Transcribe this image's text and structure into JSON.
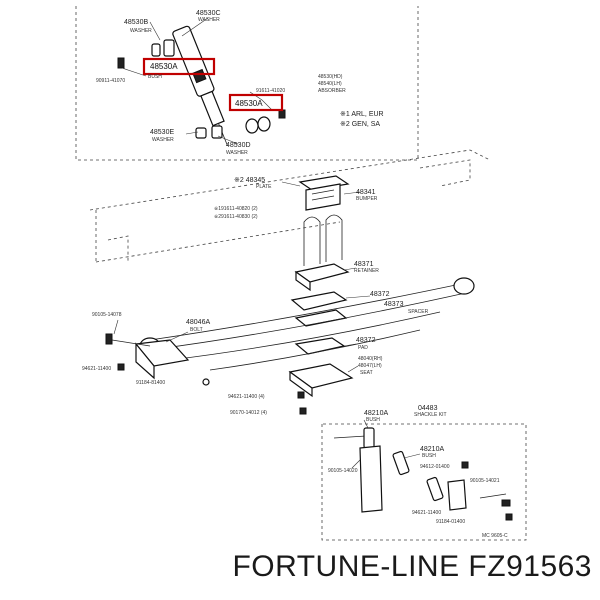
{
  "labels": {
    "p48530b": "48530B",
    "washer_top": "WASHER",
    "p48530c": "48530C",
    "washer_c": "WASHER",
    "p48530a_1": "48530A",
    "bush_1": "BUSH",
    "p90911": "90911-41070",
    "p91611": "91611-41020",
    "p48530_hd": "48530(HD)",
    "p48540": "48540(LH)",
    "absorber": "ABSORBER",
    "p48530a_2": "48530A",
    "note_1": "※1 ARL, EUR",
    "note_2": "※2 GEN, SA",
    "p48530e": "48530E",
    "washer_e": "WASHER",
    "p48530d": "48530D",
    "washer_d": "WASHER",
    "p48345": "※2 48345",
    "plate": "PLATE",
    "p48341": "48341",
    "bumper": "BUMPER",
    "p91611_2": "※191611-40820 (2)",
    "p91611_3": "※291611-40830 (2)",
    "p48371": "48371",
    "retainer": "RETAINER",
    "p48372": "48372",
    "p48373": "48373",
    "spacer": "SPACER",
    "p90105": "90105-14078",
    "p48046a": "48046A",
    "bolt": "BOLT",
    "p48372b": "48372",
    "pad": "PAD",
    "p48040": "48040(RH)",
    "p48047": "48047(LH)",
    "seat": "SEAT",
    "p94621": "94621-11400",
    "p91184": "91184-81400",
    "p94621_2": "94621-11400 (4)",
    "p90170": "90170-14012 (4)",
    "p04483": "04483",
    "shackle_kit": "SHACKLE KIT",
    "p48210a": "48210A",
    "bush_2": "BUSH",
    "p48210a_2": "48210A",
    "bush_3": "BUSH",
    "p94612": "94612-01400",
    "p90105_2": "90105-14021",
    "p90105_3": "90105-14020",
    "p94621_3": "94621-11400",
    "p91184_2": "91184-01400",
    "ref": "MC 9605-C"
  },
  "footer": "FORTUNE-LINE FZ91563"
}
